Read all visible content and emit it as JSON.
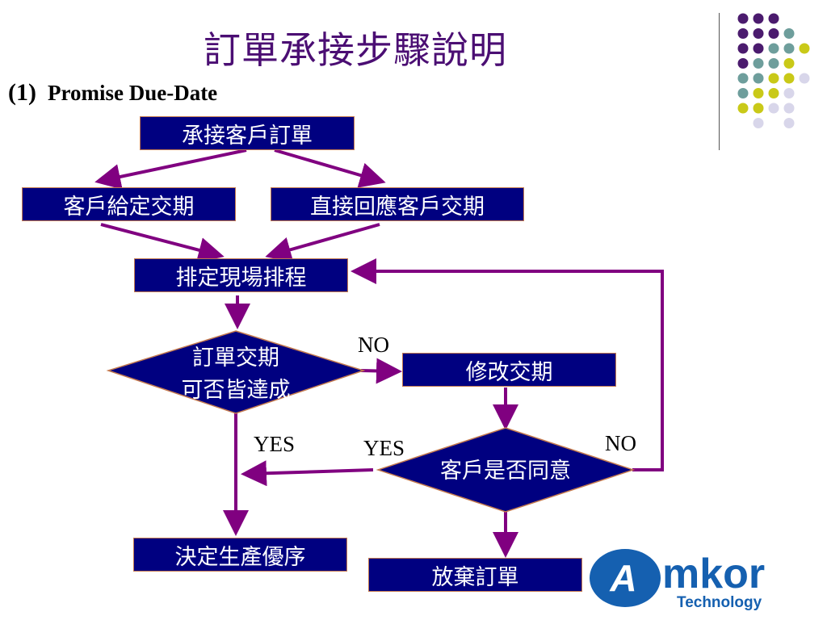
{
  "title": "訂單承接步驟說明",
  "subtitle": {
    "number": "(1)",
    "text": "Promise Due-Date"
  },
  "nodes": {
    "accept_order": "承接客戶訂單",
    "customer_date": "客戶給定交期",
    "reply_date": "直接回應客戶交期",
    "schedule": "排定現場排程",
    "decision_date_line1": "訂單交期",
    "decision_date_line2": "可否皆達成",
    "modify_date": "修改交期",
    "decision_agree": "客戶是否同意",
    "decide_priority": "決定生產優序",
    "abandon": "放棄訂單"
  },
  "labels": {
    "no_1": "NO",
    "yes_1": "YES",
    "yes_2": "YES",
    "no_2": "NO"
  },
  "logo": {
    "name": "mkor",
    "tagline": "Technology",
    "mark": "A"
  },
  "colors": {
    "node_fill": "#000080",
    "node_border": "#c47a4f",
    "arrow": "#800080",
    "title": "#4b0e73",
    "dot_purple": "#4b1b6e",
    "dot_teal": "#6e9e9c",
    "dot_yellow": "#c9c918",
    "dot_lavender": "#d8d6ea",
    "logo_blue": "#1560b0"
  }
}
